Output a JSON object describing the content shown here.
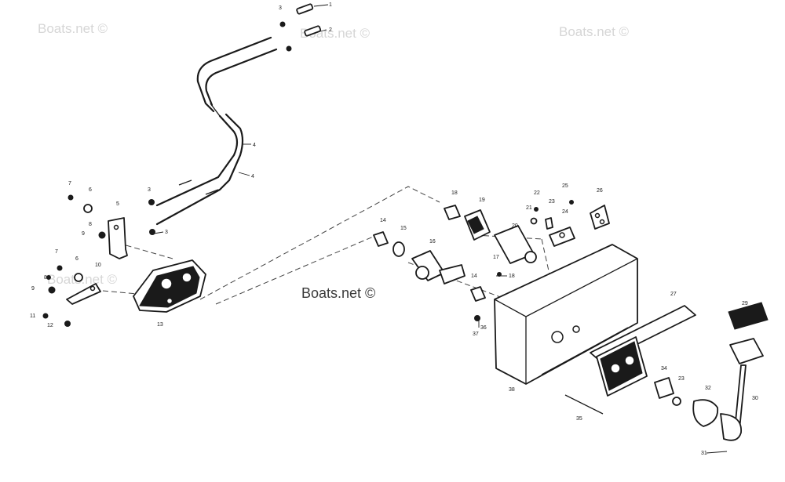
{
  "watermark": {
    "small": "Boats.net ©",
    "main": "Boats.net ©"
  },
  "callouts": {
    "c1": "1",
    "c2": "2",
    "c3a": "3",
    "c3b": "3",
    "c3c": "3",
    "c4": "4",
    "c6a": "6",
    "c6b": "6",
    "c7a": "7",
    "c7b": "7",
    "c5": "5",
    "c8a": "8",
    "c8b": "8",
    "c9a": "9",
    "c9b": "9",
    "c10": "10",
    "c11": "11",
    "c12": "12",
    "c13": "13",
    "c14a": "14",
    "c14b": "14",
    "c15": "15",
    "c16": "16",
    "c17": "17",
    "c18a": "18",
    "c18b": "18",
    "c19": "19",
    "c20": "20",
    "c21": "21",
    "c22": "22",
    "c23a": "23",
    "c23b": "23",
    "c24": "24",
    "c25": "25",
    "c26": "26",
    "c27": "27",
    "c29": "29",
    "c30": "30",
    "c31": "31",
    "c32": "32",
    "c34": "34",
    "c35": "35",
    "c36": "36",
    "c37": "37",
    "c38": "38"
  },
  "colors": {
    "ink": "#1a1a1a",
    "watermark": "#d6d6d6",
    "background": "#ffffff"
  }
}
